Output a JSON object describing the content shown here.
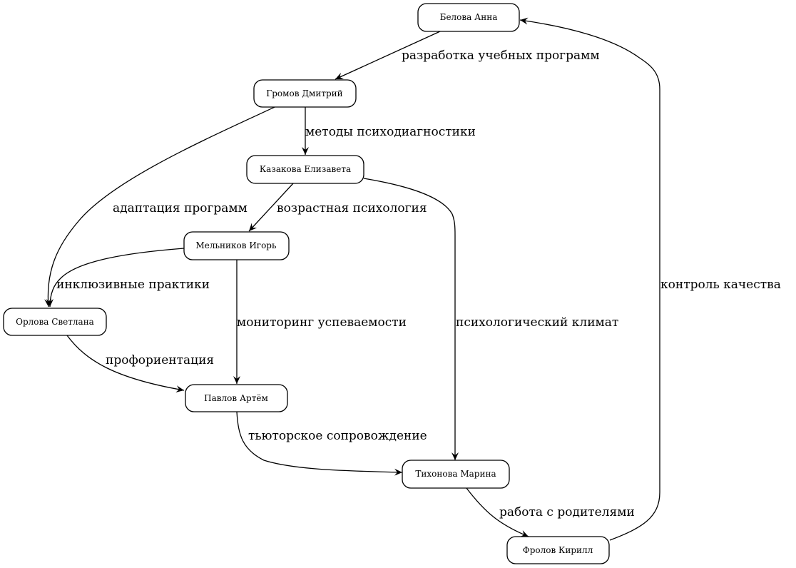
{
  "diagram": {
    "type": "directed-graph",
    "nodes": [
      {
        "id": "belova",
        "label": "Белова Анна"
      },
      {
        "id": "gromov",
        "label": "Громов Дмитрий"
      },
      {
        "id": "kazakova",
        "label": "Казакова Елизавета"
      },
      {
        "id": "melnikov",
        "label": "Мельников Игорь"
      },
      {
        "id": "orlova",
        "label": "Орлова Светлана"
      },
      {
        "id": "pavlov",
        "label": "Павлов Артём"
      },
      {
        "id": "tikhonova",
        "label": "Тихонова Марина"
      },
      {
        "id": "frolov",
        "label": "Фролов Кирилл"
      }
    ],
    "edges": [
      {
        "from": "belova",
        "to": "gromov",
        "label": "разработка учебных программ"
      },
      {
        "from": "gromov",
        "to": "kazakova",
        "label": "методы психодиагностики"
      },
      {
        "from": "gromov",
        "to": "orlova",
        "label": "адаптация программ"
      },
      {
        "from": "kazakova",
        "to": "melnikov",
        "label": "возрастная психология"
      },
      {
        "from": "kazakova",
        "to": "tikhonova",
        "label": "психологический климат"
      },
      {
        "from": "melnikov",
        "to": "orlova",
        "label": "инклюзивные практики"
      },
      {
        "from": "melnikov",
        "to": "pavlov",
        "label": "мониторинг успеваемости"
      },
      {
        "from": "orlova",
        "to": "pavlov",
        "label": "профориентация"
      },
      {
        "from": "pavlov",
        "to": "tikhonova",
        "label": "тьюторское сопровождение"
      },
      {
        "from": "tikhonova",
        "to": "frolov",
        "label": "работа с родителями"
      },
      {
        "from": "frolov",
        "to": "belova",
        "label": "контроль качества"
      }
    ]
  }
}
